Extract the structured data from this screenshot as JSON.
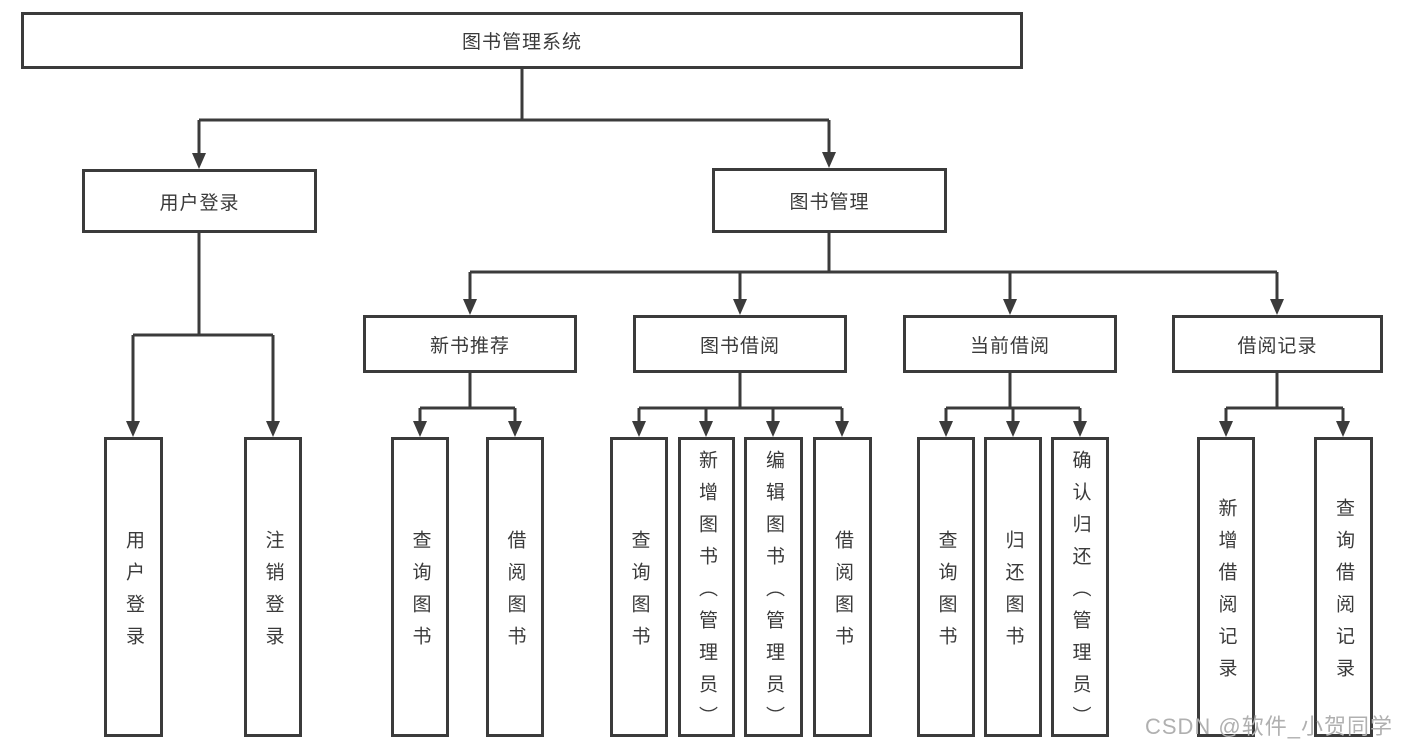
{
  "diagram_title": "图书管理系统",
  "tree": {
    "root": {
      "label": "图书管理系统"
    },
    "branches": [
      {
        "label": "用户登录",
        "children": [
          {
            "label": "用户登录"
          },
          {
            "label": "注销登录"
          }
        ]
      },
      {
        "label": "图书管理",
        "sections": [
          {
            "label": "新书推荐",
            "children": [
              {
                "label": "查询图书"
              },
              {
                "label": "借阅图书"
              }
            ]
          },
          {
            "label": "图书借阅",
            "children": [
              {
                "label": "查询图书"
              },
              {
                "label": "新增图书（管理员）"
              },
              {
                "label": "编辑图书（管理员）"
              },
              {
                "label": "借阅图书"
              }
            ]
          },
          {
            "label": "当前借阅",
            "children": [
              {
                "label": "查询图书"
              },
              {
                "label": "归还图书"
              },
              {
                "label": "确认归还（管理员）"
              }
            ]
          },
          {
            "label": "借阅记录",
            "children": [
              {
                "label": "新增借阅记录"
              },
              {
                "label": "查询借阅记录"
              }
            ]
          }
        ]
      }
    ]
  },
  "watermark": "CSDN @软件_小贺同学",
  "colors": {
    "line": "#3b3b3b",
    "text": "#3a3a3a",
    "watermark": "#b0b0b0",
    "background": "#ffffff"
  }
}
